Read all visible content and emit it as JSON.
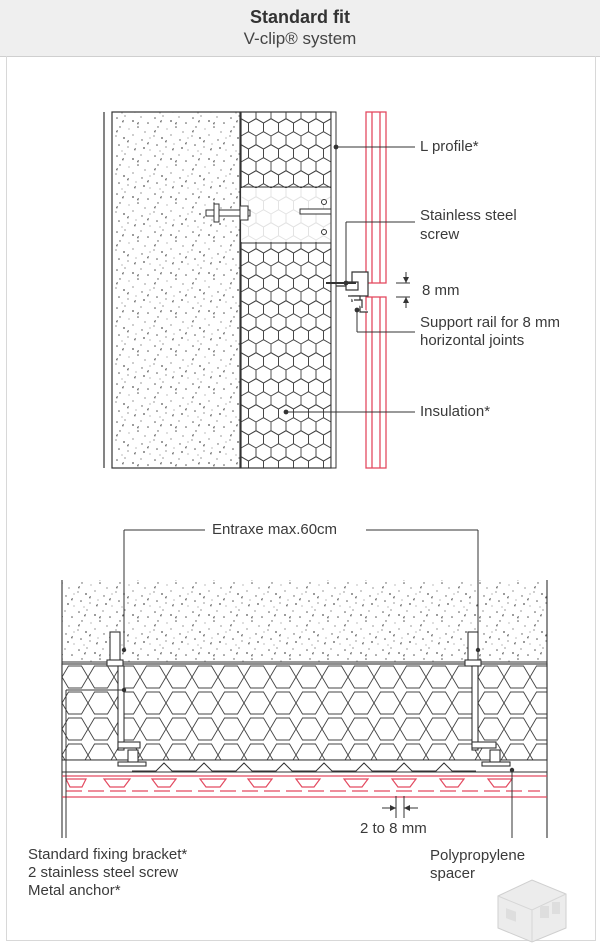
{
  "header": {
    "title": "Standard fit",
    "subtitle": "V-clip® system"
  },
  "top_section": {
    "labels": {
      "l_profile": "L profile*",
      "screw_line1": "Stainless steel",
      "screw_line2": "screw",
      "gap": "8 mm",
      "rail_line1": "Support rail for 8 mm",
      "rail_line2": "horizontal joints",
      "insulation": "Insulation*"
    }
  },
  "bottom_section": {
    "labels": {
      "entraxe": "Entraxe max.60cm",
      "joint": "2 to 8 mm",
      "bracket_line1": "Standard fixing bracket*",
      "bracket_line2": "2 stainless steel screw",
      "bracket_line3": "Metal anchor*",
      "spacer_line1": "Polypropylene",
      "spacer_line2": "spacer"
    }
  },
  "colors": {
    "line": "#333333",
    "cladding": "#e34a60",
    "header_bg": "#efefef"
  }
}
